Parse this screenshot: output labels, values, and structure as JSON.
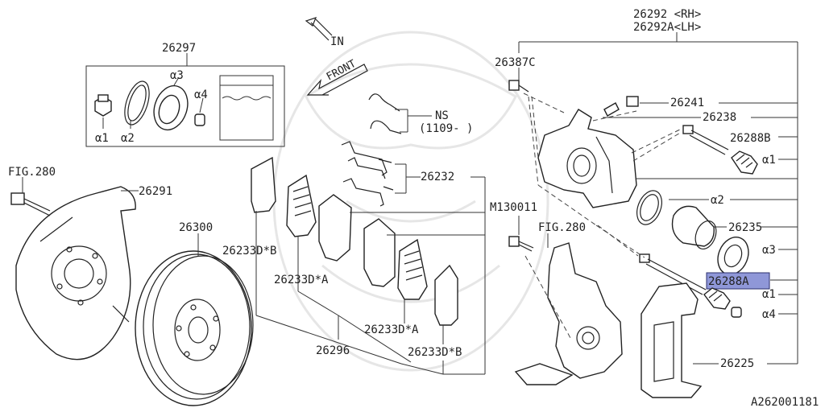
{
  "labels": {
    "caliper_rh": "26292 <RH>",
    "caliper_lh": "26292A<LH>",
    "kit_box": "26297",
    "a1": "α1",
    "a2": "α2",
    "a3": "α3",
    "a4": "α4",
    "in_arrow": "IN",
    "front_arrow": "FRONT",
    "bleeder_cap": "26387C",
    "part_26241": "26241",
    "part_26238": "26238",
    "pin_b": "26288B",
    "right_a1_top": "α1",
    "right_a2": "α2",
    "piston": "26235",
    "right_a3": "α3",
    "pin_a_highlighted": "26288A",
    "right_a1_bottom": "α1",
    "right_a4": "α4",
    "support": "26225",
    "ns": "NS",
    "ns_date": "(1109- )",
    "clip": "26232",
    "bolt": "M130011",
    "fig280_left": "FIG.280",
    "fig280_mid": "FIG.280",
    "backing_plate": "26291",
    "rotor": "26300",
    "pad_b_top": "26233D*B",
    "pad_a_top": "26233D*A",
    "pad_a_bottom": "26233D*A",
    "pad_b_bottom": "26233D*B",
    "pad_set": "26296",
    "diagram_id": "A262001181"
  },
  "highlight_color": "#8f97d8"
}
